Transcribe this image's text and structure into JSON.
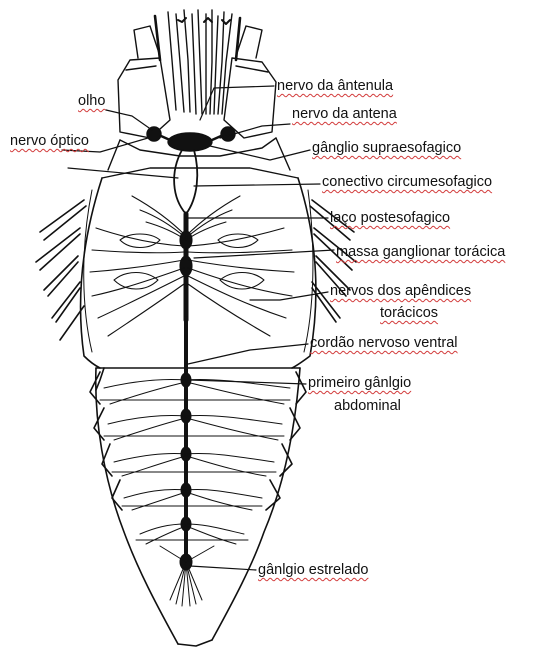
{
  "labels": {
    "olho": "olho",
    "nervo_optico": "nervo óptico",
    "nervo_antenula": "nervo da ântenula",
    "nervo_antena": "nervo da antena",
    "ganglio_supraesofagico": "gânglio supraesofagico",
    "conectivo_circumesofagico": "conectivo circumesofagico",
    "laco_postesofagico": "laço postesofagico",
    "massa_ganglionar_toracica": "massa ganglionar torácica",
    "nervos_apendices_line1": "nervos dos apêndices",
    "nervos_apendices_line2": "torácicos",
    "cordao_nervoso_ventral": "cordão nervoso ventral",
    "primeiro_ganglio_line1": "primeiro gânlgio",
    "primeiro_ganglio_line2": "abdominal",
    "ganglio_estrelado": "gânlgio estrelado"
  },
  "colors": {
    "ink": "#111111",
    "spellcheck_underline": "#d23b3b",
    "background": "#ffffff"
  }
}
